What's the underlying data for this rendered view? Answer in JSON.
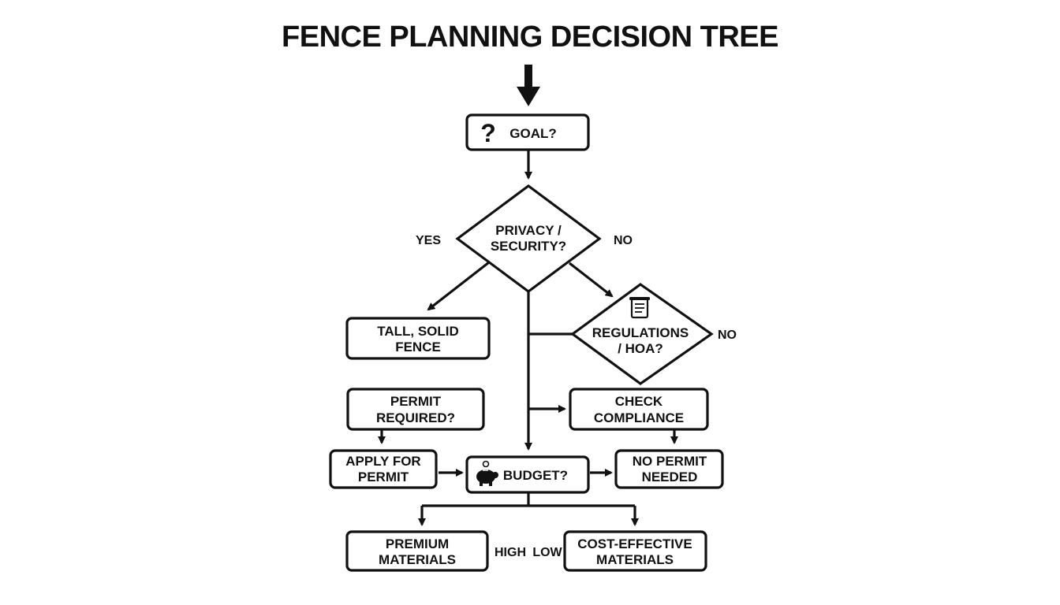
{
  "title": "FENCE PLANNING DECISION TREE",
  "nodes": {
    "goal": {
      "label": "GOAL?",
      "icon": "question-icon",
      "glyph": "?"
    },
    "privacy": {
      "line1": "PRIVACY /",
      "line2": "SECURITY?"
    },
    "tall_fence": {
      "line1": "TALL, SOLID",
      "line2": "FENCE"
    },
    "regulations": {
      "line1": "REGULATIONS",
      "line2": "/ HOA?",
      "icon": "document-icon"
    },
    "permit_required": {
      "line1": "PERMIT",
      "line2": "REQUIRED?"
    },
    "check_compliance": {
      "line1": "CHECK",
      "line2": "COMPLIANCE"
    },
    "apply_permit": {
      "line1": "APPLY FOR",
      "line2": "PERMIT"
    },
    "budget": {
      "label": "BUDGET?",
      "icon": "piggy-bank-icon"
    },
    "no_permit": {
      "line1": "NO PERMIT",
      "line2": "NEEDED"
    },
    "premium": {
      "line1": "PREMIUM",
      "line2": "MATERIALS"
    },
    "cost_effective": {
      "line1": "COST-EFFECTIVE",
      "line2": "MATERIALS"
    }
  },
  "edge_labels": {
    "yes": "YES",
    "no_privacy": "NO",
    "no_regulations": "NO",
    "high": "HIGH",
    "low": "LOW"
  }
}
